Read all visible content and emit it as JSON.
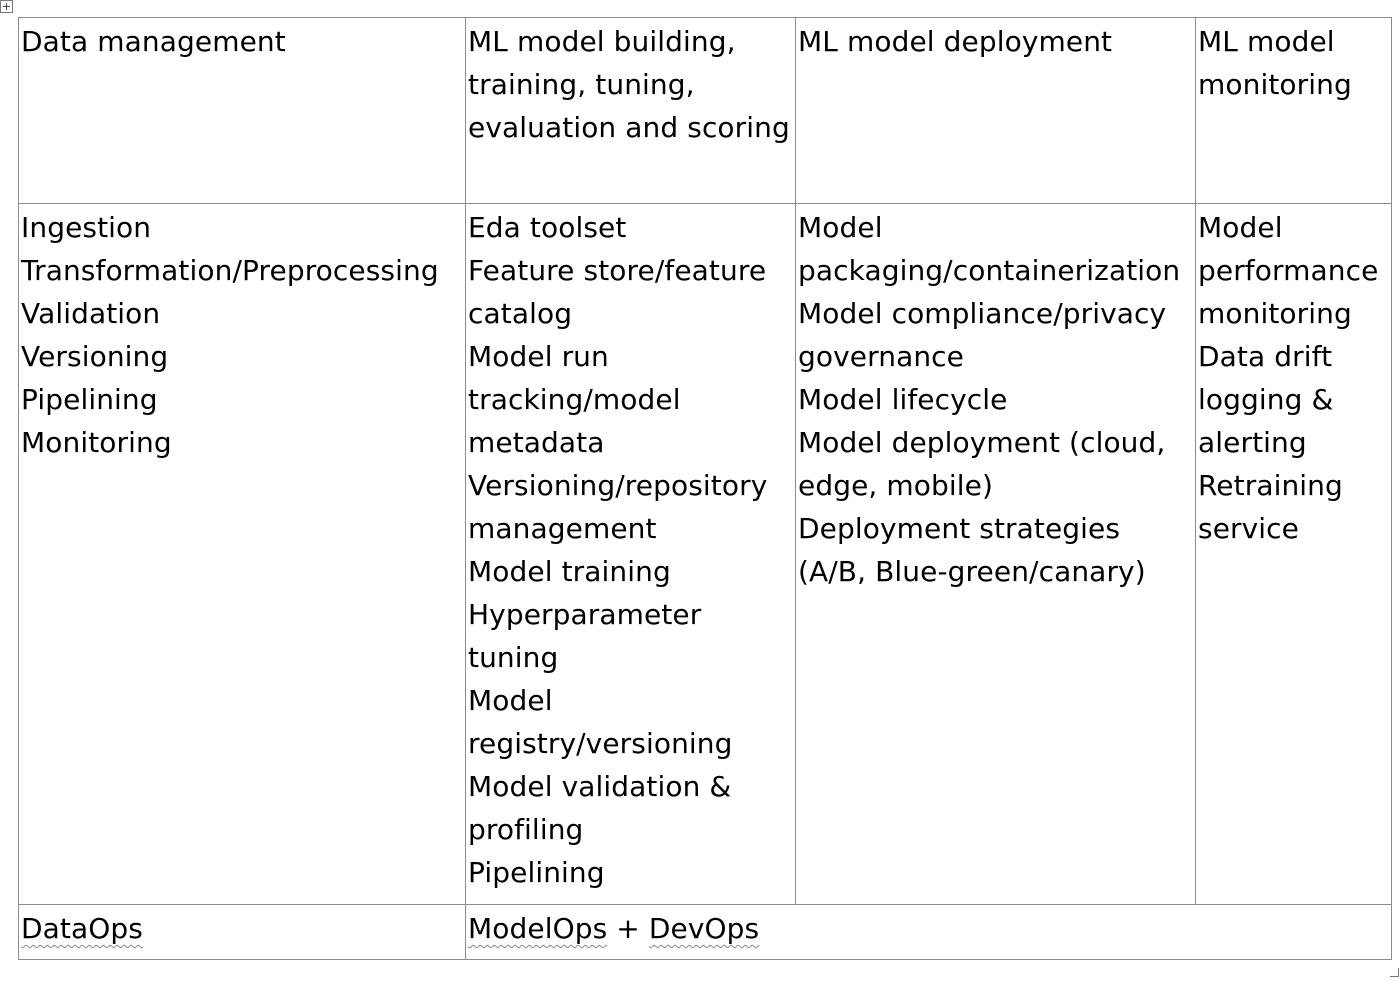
{
  "table": {
    "move_handle_glyph": "+",
    "header": {
      "col1": "Data management",
      "col2": "ML model building, training, tuning, evaluation and scoring",
      "col3": "ML model deployment",
      "col4": "ML model monitoring"
    },
    "body": {
      "col1_items": [
        "Ingestion",
        "Transformation/Preprocessing",
        "Validation",
        "Versioning",
        "Pipelining",
        "Monitoring"
      ],
      "col2_items": [
        "Eda toolset",
        "Feature store/feature catalog",
        "Model run tracking/model metadata",
        "Versioning/repository management",
        "Model training",
        "Hyperparameter tuning",
        "Model registry/versioning",
        "Model validation & profiling",
        "Pipelining"
      ],
      "col3_items": [
        "Model packaging/containerization",
        "Model compliance/privacy governance",
        "Model lifecycle",
        "Model deployment (cloud, edge, mobile)",
        "Deployment strategies (A/B, Blue-green/canary)"
      ],
      "col4_items": [
        "Model performance monitoring",
        "Data drift logging & alerting",
        "Retraining service"
      ]
    },
    "footer": {
      "col1_word": "DataOps",
      "col2_word_a": "ModelOps",
      "col2_sep": " + ",
      "col2_word_b": "DevOps"
    }
  }
}
